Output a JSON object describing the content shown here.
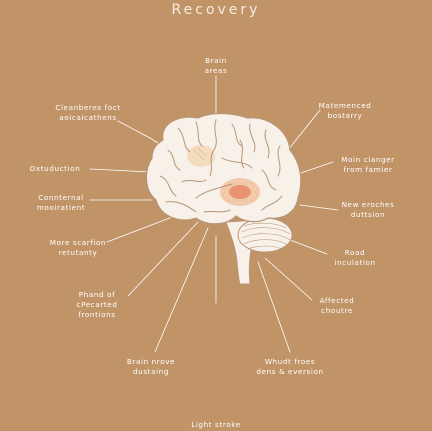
{
  "title": "Recovery",
  "footer": "Light stroke",
  "colors": {
    "background": "#c19468",
    "brain": "#f7f1ea",
    "brain_outline": "#b89574",
    "highlight_outer": "#f2c4a4",
    "highlight_inner": "#e58a66",
    "highlight_small": "#f3d8b6",
    "leader": "#ffffff"
  },
  "labels": {
    "brain_areas": [
      "Brain",
      "areas"
    ],
    "cleanberes": [
      "Cleanberes foct",
      "aoicaicathens"
    ],
    "oxtuduction": [
      "Oxtuduction"
    ],
    "connternal": [
      "Connternal",
      "mooiratient"
    ],
    "more_scarfion": [
      "More scarfion",
      "retutanty"
    ],
    "phand": [
      "Phand of",
      "cPecarted",
      "frontions"
    ],
    "brain_nrove": [
      "Brain nrove",
      "dustaing"
    ],
    "matemenced": [
      "Matemenced",
      "bostarry"
    ],
    "moin_clanger": [
      "Moin clanger",
      "from famier"
    ],
    "new_eroches": [
      "New eroches",
      "duttsion"
    ],
    "road": [
      "Road",
      "inculation"
    ],
    "affected": [
      "Affected",
      "choutre"
    ],
    "whudt": [
      "Whudt froes",
      "dens & eversion"
    ]
  }
}
